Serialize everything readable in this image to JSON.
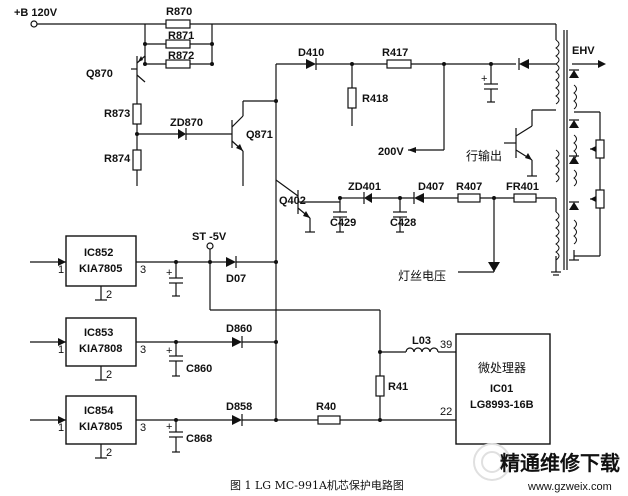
{
  "labels": {
    "b_plus": "+B 120V",
    "r870": "R870",
    "r871": "R871",
    "r872": "R872",
    "r873": "R873",
    "r874": "R874",
    "q870": "Q870",
    "zd870": "ZD870",
    "q871": "Q871",
    "d410": "D410",
    "r417": "R417",
    "r418": "R418",
    "v200": "200V",
    "hout": "行输出",
    "ehv": "EHV",
    "q402": "Q402",
    "zd401": "ZD401",
    "d407": "D407",
    "r407": "R407",
    "fr401": "FR401",
    "c429": "C429",
    "c428": "C428",
    "st5v": "ST -5V",
    "d07": "D07",
    "filament": "灯丝电压",
    "ic852_name": "IC852",
    "ic852_part": "KIA7805",
    "ic853_name": "IC853",
    "ic853_part": "KIA7808",
    "ic854_name": "IC854",
    "ic854_part": "KIA7805",
    "pin1": "1",
    "pin2": "2",
    "pin3": "3",
    "d860": "D860",
    "c860": "C860",
    "d858": "D858",
    "c868": "C868",
    "l03": "L03",
    "r41": "R41",
    "r40": "R40",
    "pin39": "39",
    "pin22": "22",
    "mcu_title": "微处理器",
    "ic01": "IC01",
    "ic01_part": "LG8993-16B",
    "caption": "图 1 LG MC-991A机芯保护电路图"
  },
  "watermark": {
    "text": "精通维修下载",
    "url": "www.gzweix.com",
    "color": "#c0392b"
  }
}
